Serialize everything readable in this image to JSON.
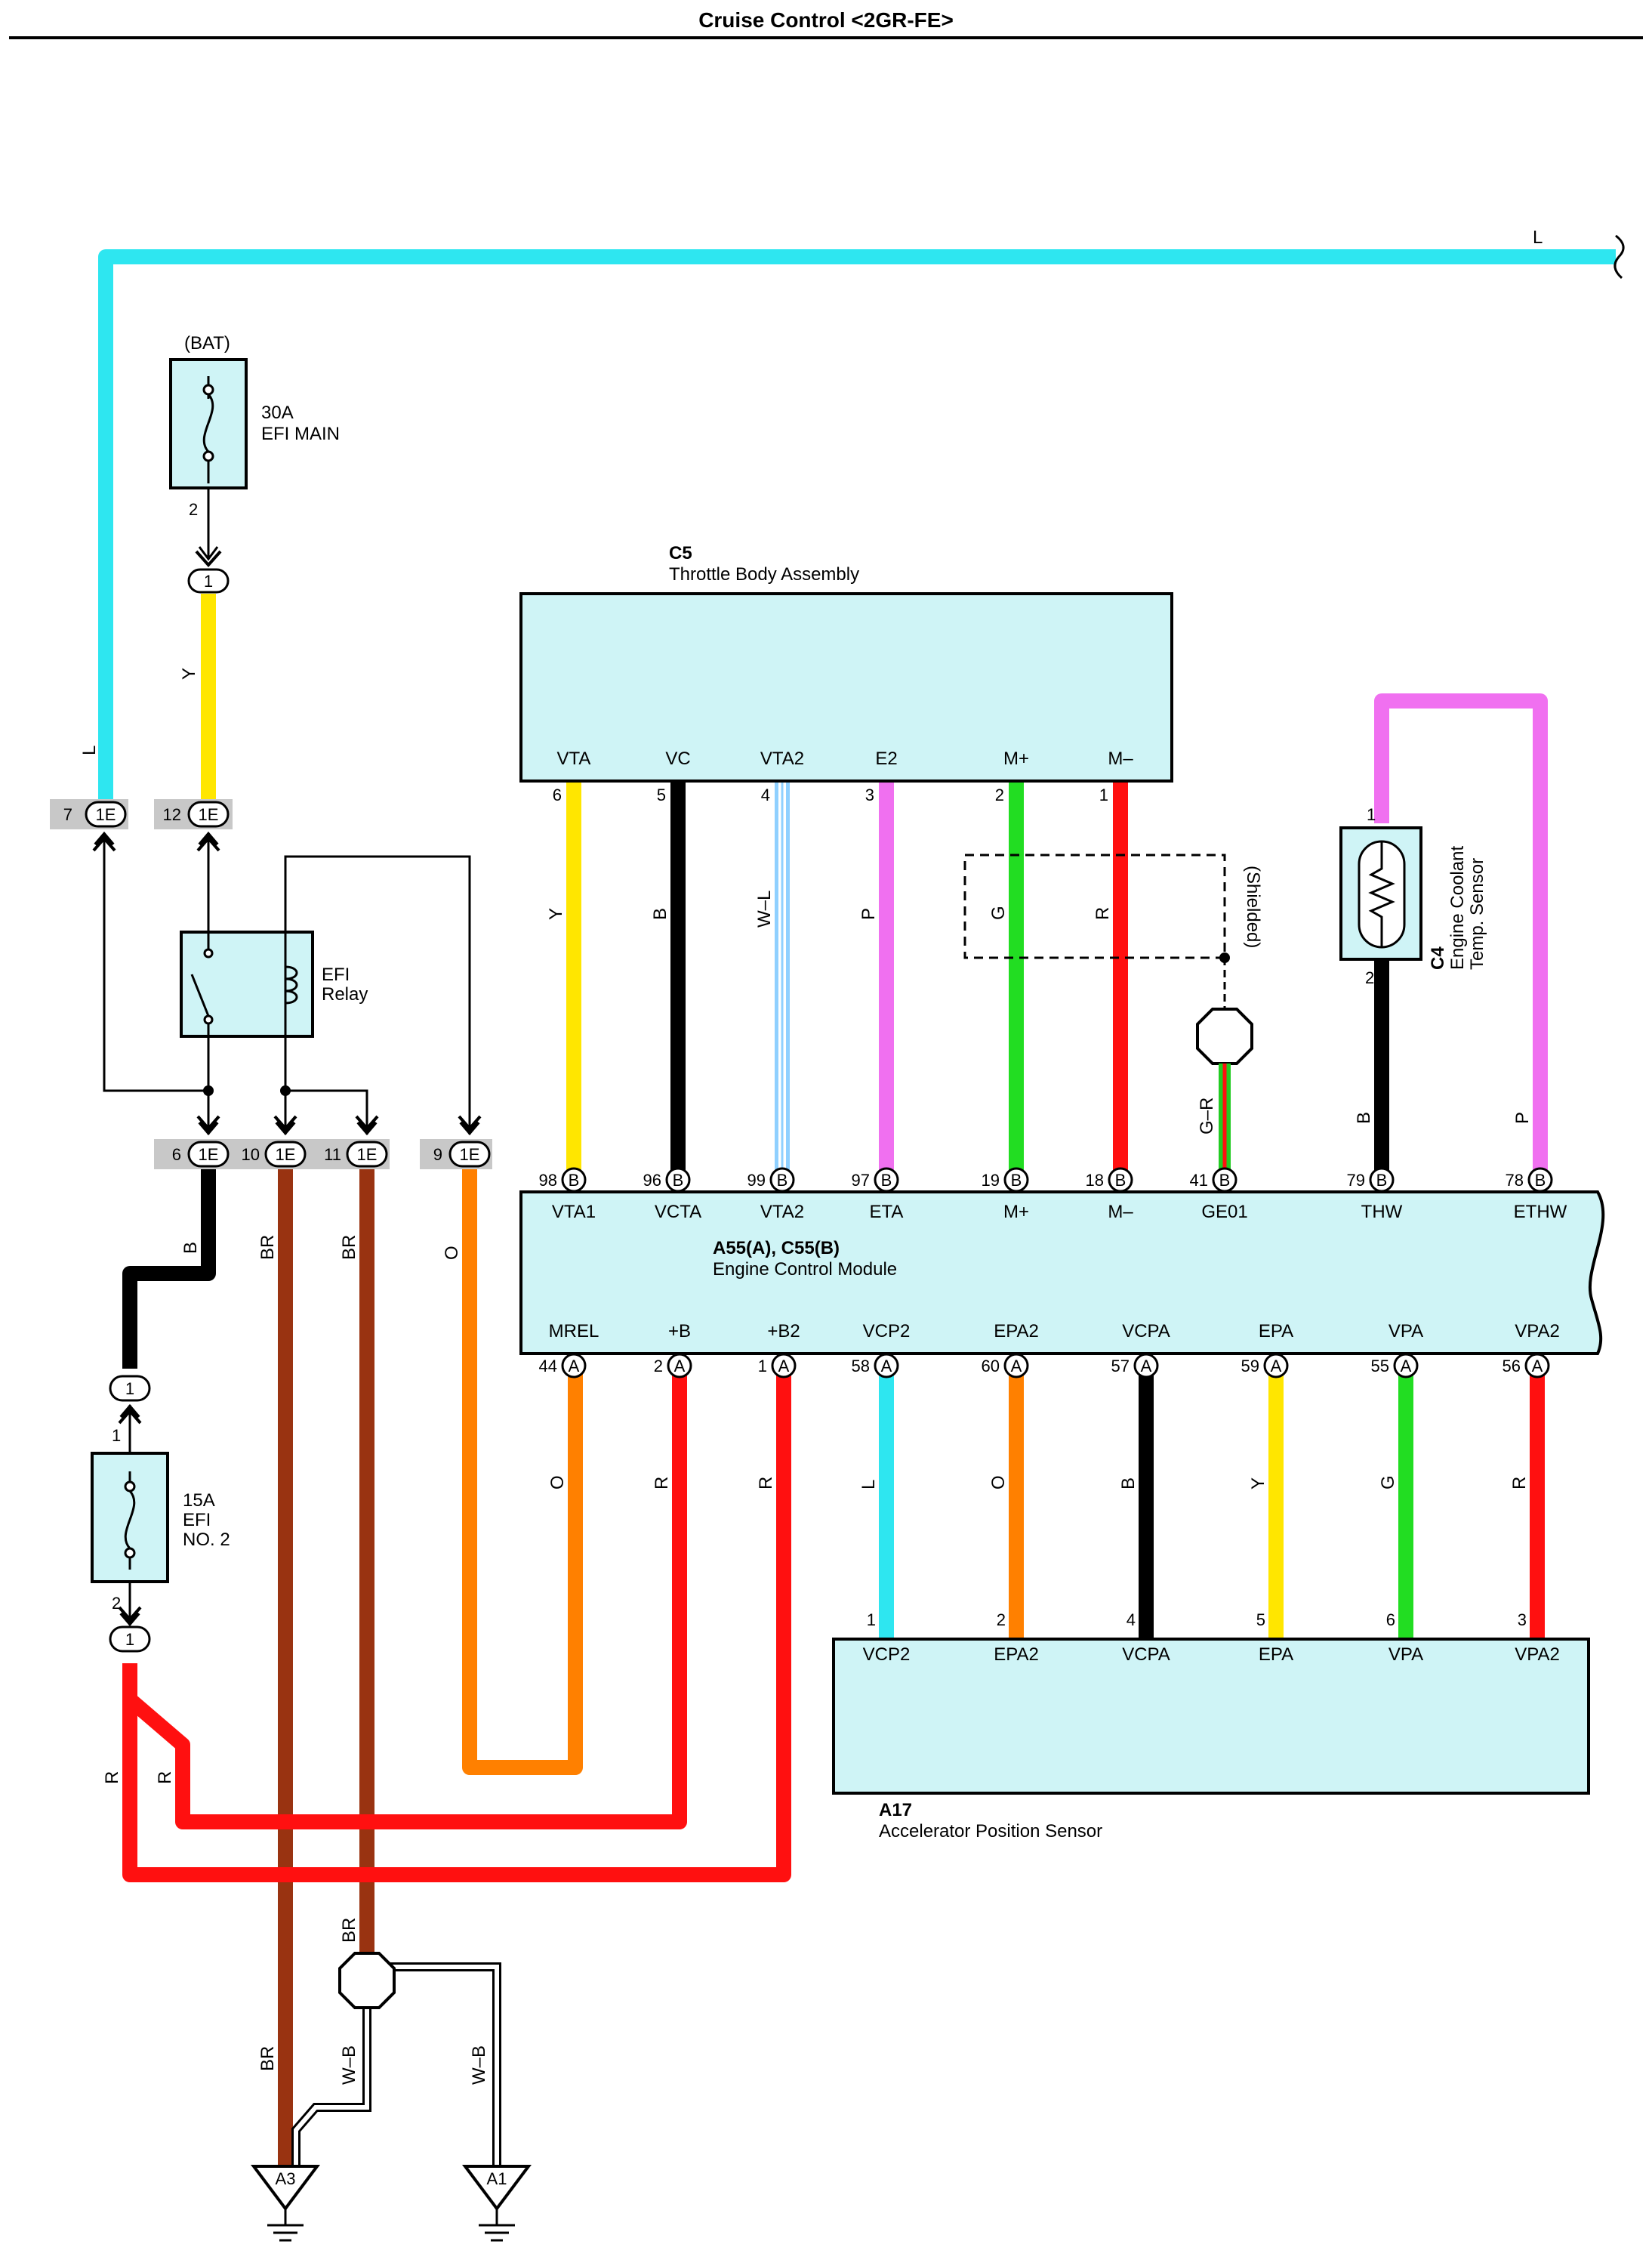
{
  "title": "Cruise Control <2GR-FE>",
  "wire_colors": {
    "L": "#2ee6f0",
    "Y": "#ffe600",
    "B": "#000000",
    "P": "#f070f0",
    "G": "#22dd22",
    "R": "#ff1010",
    "O": "#ff8000",
    "BR": "#993311",
    "W-L": "#8fd0ff",
    "G-R": "#22cc22"
  },
  "fuses": {
    "efi_main": {
      "source": "(BAT)",
      "rating": "30A",
      "name": "EFI MAIN",
      "pin": "2"
    },
    "efi_no2": {
      "rating": "15A",
      "line1": "EFI",
      "line2": "NO. 2",
      "pin_top": "1",
      "pin_bottom": "2"
    }
  },
  "relay": {
    "line1": "EFI",
    "line2": "Relay"
  },
  "junction": {
    "code": "1E",
    "top": [
      {
        "pin": "7"
      },
      {
        "pin": "12"
      }
    ],
    "bottom": [
      {
        "pin": "6"
      },
      {
        "pin": "10"
      },
      {
        "pin": "11"
      },
      {
        "pin": "9"
      }
    ]
  },
  "inline_connector_label": "1",
  "throttle_body": {
    "code": "C5",
    "name": "Throttle Body Assembly",
    "terminals": [
      {
        "name": "VTA",
        "pin": "6",
        "wire": "Y"
      },
      {
        "name": "VC",
        "pin": "5",
        "wire": "B"
      },
      {
        "name": "VTA2",
        "pin": "4",
        "wire": "W–L"
      },
      {
        "name": "E2",
        "pin": "3",
        "wire": "P"
      },
      {
        "name": "M+",
        "pin": "2",
        "wire": "G"
      },
      {
        "name": "M–",
        "pin": "1",
        "wire": "R"
      }
    ],
    "shield_label": "(Shielded)",
    "shield_wire": "G–R"
  },
  "coolant_sensor": {
    "code": "C4",
    "line1": "Engine Coolant",
    "line2": "Temp. Sensor",
    "pin_top": "1",
    "pin_bottom": "2"
  },
  "ecm": {
    "code": "A55(A), C55(B)",
    "name": "Engine Control Module",
    "top_terminals": [
      {
        "pin": "98",
        "conn": "B",
        "name": "VTA1",
        "wire": "Y"
      },
      {
        "pin": "96",
        "conn": "B",
        "name": "VCTA",
        "wire": "B"
      },
      {
        "pin": "99",
        "conn": "B",
        "name": "VTA2",
        "wire": "W-L"
      },
      {
        "pin": "97",
        "conn": "B",
        "name": "ETA",
        "wire": "P"
      },
      {
        "pin": "19",
        "conn": "B",
        "name": "M+",
        "wire": "G"
      },
      {
        "pin": "18",
        "conn": "B",
        "name": "M–",
        "wire": "R"
      },
      {
        "pin": "41",
        "conn": "B",
        "name": "GE01",
        "wire": "G-R"
      },
      {
        "pin": "79",
        "conn": "B",
        "name": "THW",
        "wire": "B"
      },
      {
        "pin": "78",
        "conn": "B",
        "name": "ETHW",
        "wire": "P"
      }
    ],
    "bottom_terminals": [
      {
        "pin": "44",
        "conn": "A",
        "name": "MREL",
        "wire": "O"
      },
      {
        "pin": "2",
        "conn": "A",
        "name": "+B",
        "wire": "R"
      },
      {
        "pin": "1",
        "conn": "A",
        "name": "+B2",
        "wire": "R"
      },
      {
        "pin": "58",
        "conn": "A",
        "name": "VCP2",
        "wire": "L"
      },
      {
        "pin": "60",
        "conn": "A",
        "name": "EPA2",
        "wire": "O"
      },
      {
        "pin": "57",
        "conn": "A",
        "name": "VCPA",
        "wire": "B"
      },
      {
        "pin": "59",
        "conn": "A",
        "name": "EPA",
        "wire": "Y"
      },
      {
        "pin": "55",
        "conn": "A",
        "name": "VPA",
        "wire": "G"
      },
      {
        "pin": "56",
        "conn": "A",
        "name": "VPA2",
        "wire": "R"
      }
    ]
  },
  "accel_sensor": {
    "code": "A17",
    "name": "Accelerator Position Sensor",
    "terminals": [
      {
        "pin": "1",
        "name": "VCP2"
      },
      {
        "pin": "2",
        "name": "EPA2"
      },
      {
        "pin": "4",
        "name": "VCPA"
      },
      {
        "pin": "5",
        "name": "EPA"
      },
      {
        "pin": "6",
        "name": "VPA"
      },
      {
        "pin": "3",
        "name": "VPA2"
      }
    ]
  },
  "wire_labels": {
    "l": "L",
    "y": "Y",
    "b": "B",
    "br": "BR",
    "o": "O",
    "r": "R",
    "w_b": "W–B"
  },
  "grounds": [
    {
      "label": "A3"
    },
    {
      "label": "A1"
    }
  ]
}
